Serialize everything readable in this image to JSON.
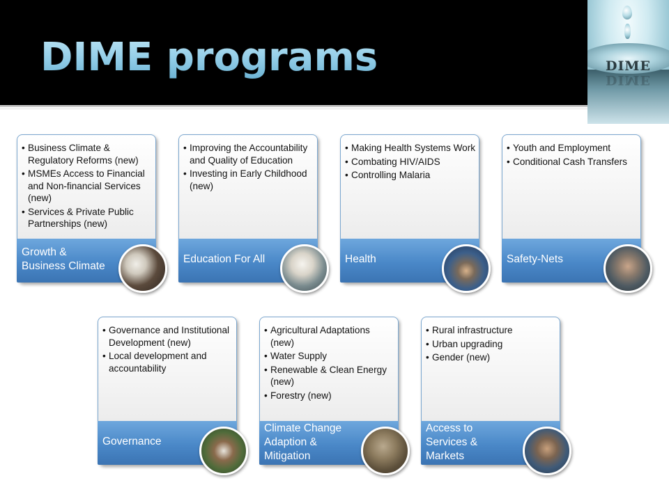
{
  "slide": {
    "title": "DIME programs"
  },
  "logo": {
    "text": "DIME"
  },
  "cards": [
    {
      "label": "Growth & Business Climate",
      "items": [
        "Business Climate & Regulatory Reforms (new)",
        "MSMEs Access to Financial and Non-financial Services (new)",
        "Services & Private Public Partnerships (new)"
      ]
    },
    {
      "label": "Education For All",
      "items": [
        "Improving the Accountability and Quality of Education",
        "Investing in Early Childhood (new)"
      ]
    },
    {
      "label": "Health",
      "items": [
        "Making Health Systems Work",
        "Combating HIV/AIDS",
        "Controlling Malaria"
      ]
    },
    {
      "label": "Safety-Nets",
      "items": [
        "Youth and Employment",
        "Conditional Cash Transfers"
      ]
    },
    {
      "label": "Governance",
      "items": [
        "Governance and Institutional Development (new)",
        "Local development and accountability"
      ]
    },
    {
      "label": "Climate Change Adaption & Mitigation",
      "items": [
        "Agricultural Adaptations (new)",
        "Water Supply",
        "Renewable & Clean Energy (new)",
        "Forestry (new)"
      ]
    },
    {
      "label": "Access to Services & Markets",
      "items": [
        "Rural infrastructure",
        "Urban upgrading",
        "Gender (new)"
      ]
    }
  ]
}
